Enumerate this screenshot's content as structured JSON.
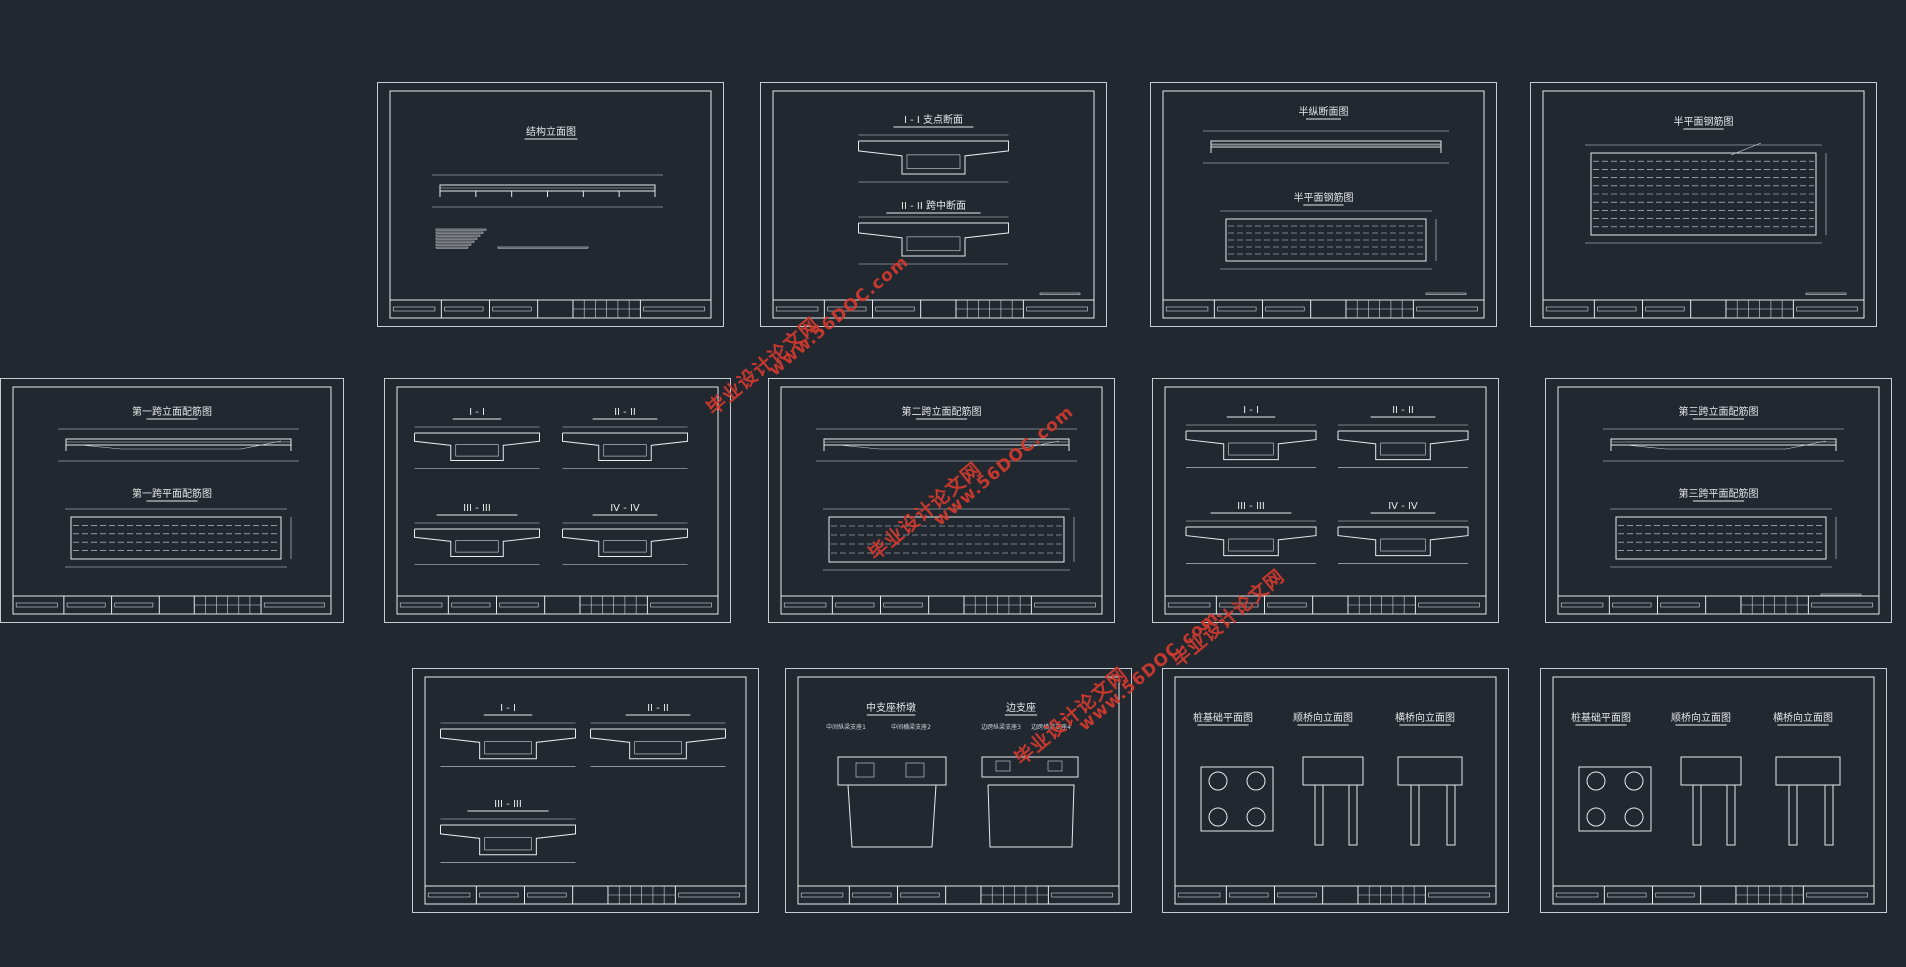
{
  "sheets": [
    {
      "id": "s1",
      "titles": [
        {
          "text": "结构立面图"
        }
      ]
    },
    {
      "id": "s2",
      "titles": [
        {
          "text": "I - I 支点断面"
        },
        {
          "text": "II - II 跨中断面"
        }
      ]
    },
    {
      "id": "s3",
      "titles": [
        {
          "text": "半纵断面图"
        },
        {
          "text": "半平面钢筋图"
        }
      ]
    },
    {
      "id": "s4",
      "titles": [
        {
          "text": "半平面钢筋图"
        }
      ]
    },
    {
      "id": "s5",
      "titles": [
        {
          "text": "第一跨立面配筋图"
        },
        {
          "text": "第一跨平面配筋图"
        }
      ]
    },
    {
      "id": "s6",
      "titles": [
        {
          "text": "I - I"
        },
        {
          "text": "II - II"
        },
        {
          "text": "III - III"
        },
        {
          "text": "IV - IV"
        }
      ]
    },
    {
      "id": "s7",
      "titles": [
        {
          "text": "第二跨立面配筋图"
        }
      ]
    },
    {
      "id": "s8",
      "titles": [
        {
          "text": "I - I"
        },
        {
          "text": "II - II"
        },
        {
          "text": "III - III"
        },
        {
          "text": "IV - IV"
        }
      ]
    },
    {
      "id": "s9",
      "titles": [
        {
          "text": "第三跨立面配筋图"
        },
        {
          "text": "第三跨平面配筋图"
        }
      ]
    },
    {
      "id": "s10",
      "titles": [
        {
          "text": "I - I"
        },
        {
          "text": "II - II"
        },
        {
          "text": "III - III"
        }
      ]
    },
    {
      "id": "s11",
      "titles": [
        {
          "text": "中支座桥墩"
        },
        {
          "text": "边支座"
        },
        {
          "text": "中间纵梁支座1"
        },
        {
          "text": "中间横梁支座2"
        },
        {
          "text": "边跨纵梁支座3"
        },
        {
          "text": "边跨横梁支座4"
        }
      ]
    },
    {
      "id": "s12",
      "titles": [
        {
          "text": "桩基础平面图"
        },
        {
          "text": "顺桥向立面图"
        },
        {
          "text": "横桥向立面图"
        }
      ]
    },
    {
      "id": "s13",
      "titles": [
        {
          "text": "桩基础平面图"
        },
        {
          "text": "顺桥向立面图"
        },
        {
          "text": "横桥向立面图"
        }
      ]
    }
  ],
  "watermarks": [
    {
      "line1": "毕业设计论文网",
      "line2": "www.56DOC.com"
    },
    {
      "line1": "毕业设计论文网",
      "line2": "www.56DOC.com"
    },
    {
      "line1": "毕业设计论文网",
      "line2": "www.56DOC.com"
    },
    {
      "line1": "毕业设计论文网",
      "line2": "www.56DOC.com"
    }
  ],
  "colors": {
    "background": "#212830",
    "line": "#e8eaec",
    "watermark": "#d23a2e"
  }
}
